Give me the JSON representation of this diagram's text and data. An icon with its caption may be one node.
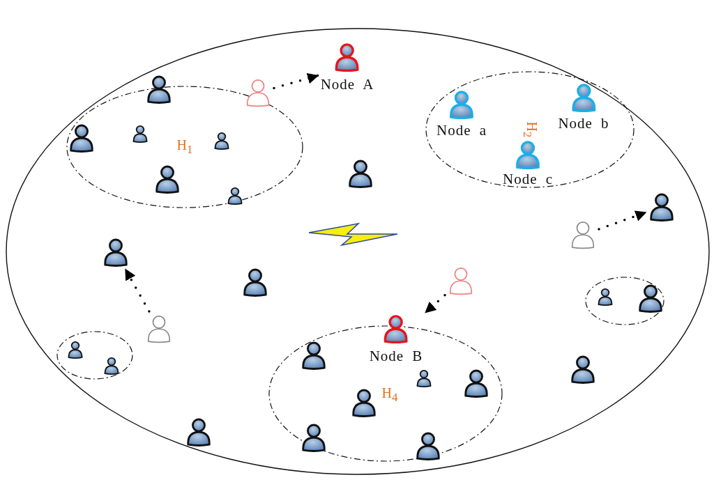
{
  "diagram": {
    "nodes": [
      {
        "text": [],
        "shape": "ellipse"
      },
      {
        "text": [
          "H$_{1}$"
        ],
        "in": 0
      },
      {
        "text": [],
        "shape": "person",
        "in": 1
      },
      {
        "text": [],
        "shape": "person",
        "in": 1
      },
      {
        "text": [],
        "shape": "person",
        "in": 1
      },
      {
        "text": [],
        "shape": "person",
        "in": 1
      },
      {
        "text": [],
        "shape": "person",
        "in": 1
      },
      {
        "text": [],
        "shape": "person",
        "in": 1
      },
      {
        "text": [],
        "shape": "person",
        "in": 0
      },
      {
        "text": [
          "Node A"
        ],
        "in": 0
      },
      {
        "text": [
          "H$_{2}$"
        ],
        "in": 0
      },
      {
        "text": [
          "Node a"
        ],
        "in": 10
      },
      {
        "text": [
          "Node b"
        ],
        "in": 10
      },
      {
        "text": [
          "Node c"
        ],
        "in": 10
      },
      {
        "text": [],
        "shape": "person",
        "in": 0
      },
      {
        "text": [],
        "shape": "person",
        "in": 0
      },
      {
        "text": [],
        "shape": "person",
        "in": 0
      },
      {
        "text": [],
        "shape": "person",
        "in": 0
      },
      {
        "text": [],
        "shape": "person",
        "in": 0
      },
      {
        "text": [],
        "shape": "person",
        "in": 0
      },
      {
        "text": [],
        "shape": "person",
        "in": 0
      },
      {
        "text": [],
        "shape": "ellipse",
        "in": 0
      },
      {
        "text": [],
        "shape": "person",
        "in": 21
      },
      {
        "text": [],
        "shape": "person",
        "in": 21
      },
      {
        "text": [],
        "shape": "ellipse",
        "in": 0
      },
      {
        "text": [],
        "shape": "person",
        "in": 24
      },
      {
        "text": [],
        "shape": "person",
        "in": 24
      },
      {
        "text": [
          "H$_{4}$"
        ],
        "in": 0
      },
      {
        "text": [
          "Node B"
        ],
        "in": 27
      },
      {
        "text": [],
        "shape": "person",
        "in": 27
      },
      {
        "text": [],
        "shape": "person",
        "in": 27
      },
      {
        "text": [],
        "shape": "person",
        "in": 27
      },
      {
        "text": [],
        "shape": "person",
        "in": 27
      },
      {
        "text": [],
        "shape": "person",
        "in": 27
      },
      {
        "text": [],
        "shape": "person",
        "in": 27
      },
      {
        "text": [],
        "shape": "person",
        "in": 0
      },
      {
        "text": [],
        "shape": "person",
        "in": 0
      }
    ],
    "edges": [
      {
        "from": 8,
        "to": 9,
        "arrow": "to"
      },
      {
        "from": 15,
        "to": 16,
        "arrow": "to"
      },
      {
        "from": 19,
        "to": 17,
        "arrow": "to"
      },
      {
        "from": 20,
        "to": 28,
        "arrow": "to"
      }
    ]
  }
}
